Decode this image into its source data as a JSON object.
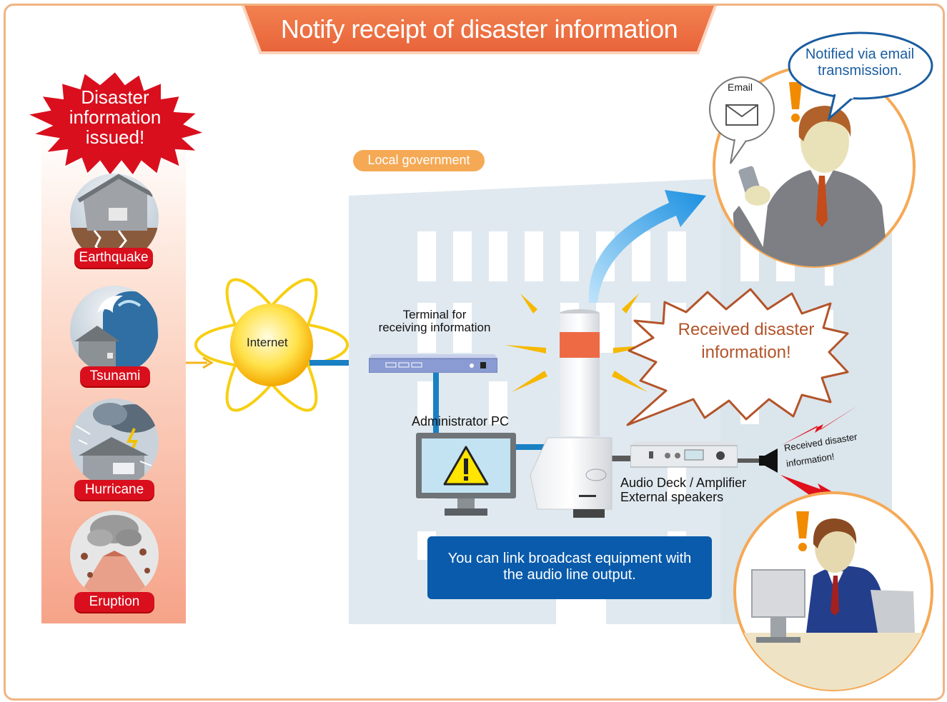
{
  "title": "Notify receipt of disaster information",
  "alert_burst": {
    "lines": [
      "Disaster",
      "information",
      "issued!"
    ]
  },
  "disasters": [
    {
      "label": "Earthquake",
      "icon": "earthquake-icon"
    },
    {
      "label": "Tsunami",
      "icon": "tsunami-icon"
    },
    {
      "label": "Hurricane",
      "icon": "hurricane-icon"
    },
    {
      "label": "Eruption",
      "icon": "eruption-icon"
    }
  ],
  "internet_label": "Internet",
  "local_gov_label": "Local government",
  "terminal_label": [
    "Terminal for",
    "receiving information"
  ],
  "admin_pc_label": "Administrator PC",
  "received_bubble": [
    "Received disaster",
    "information!"
  ],
  "audio_label": [
    "Audio Deck / Amplifier",
    "External speakers"
  ],
  "speaker_text": [
    "Received disaster",
    "information!"
  ],
  "info_box": [
    "You can link broadcast equipment with",
    "the audio line output."
  ],
  "email_bubble": [
    "Notified via email",
    "transmission."
  ],
  "email_label": "Email",
  "colors": {
    "title_bg": "#ef7047",
    "alert_red": "#d90f1d",
    "cable_blue": "#1a80c4",
    "info_box_bg": "#0a5bab",
    "bubble_orange": "#b3542a",
    "local_gov_bg": "#f5a955"
  }
}
